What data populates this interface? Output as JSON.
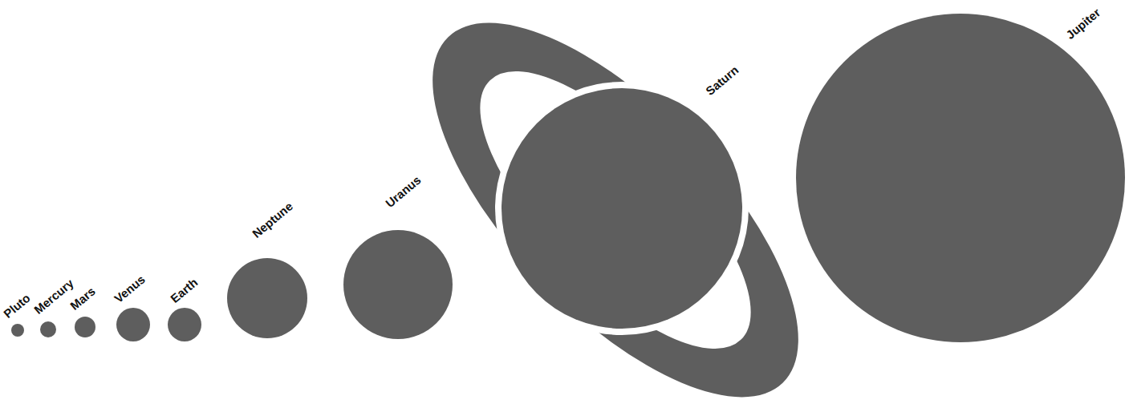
{
  "diagram": {
    "nodes": [
      {
        "text": [
          "Pluto"
        ]
      },
      {
        "text": [
          "Mercury"
        ]
      },
      {
        "text": [
          "Mars"
        ]
      },
      {
        "text": [
          "Venus"
        ]
      },
      {
        "text": [
          "Earth"
        ]
      },
      {
        "text": [
          "Neptune"
        ]
      },
      {
        "text": [
          "Uranus"
        ]
      },
      {
        "text": [
          "Saturn"
        ]
      },
      {
        "text": [
          "Jupiter"
        ]
      }
    ]
  }
}
